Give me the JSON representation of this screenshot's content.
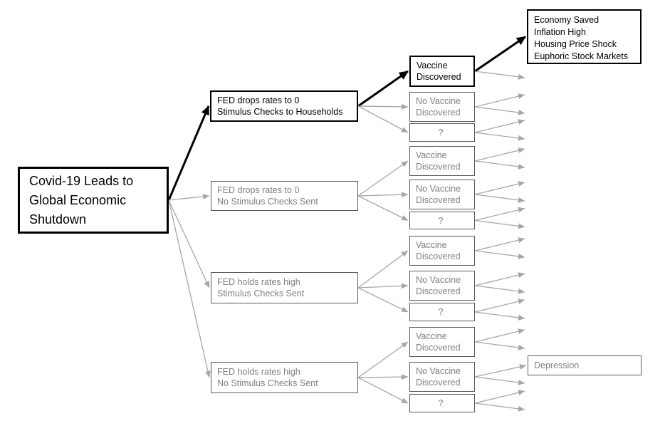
{
  "colors": {
    "emphasis": "#000000",
    "muted_text": "#808080",
    "muted_border": "#595959",
    "arrow": "#a6a6a6",
    "background": "#ffffff"
  },
  "nodes": {
    "root": {
      "label": "Covid-19 Leads to\nGlobal Economic\nShutdown"
    },
    "fed_drop_stim": {
      "label": "FED drops rates to 0\nStimulus Checks to Households"
    },
    "fed_drop_nostim": {
      "label": "FED drops rates to 0\nNo Stimulus Checks Sent"
    },
    "fed_hold_stim": {
      "label": "FED holds rates high\nStimulus Checks Sent"
    },
    "fed_hold_nostim": {
      "label": "FED holds rates high\nNo Stimulus Checks Sent"
    },
    "g1_vaccine": {
      "label": "Vaccine\nDiscovered"
    },
    "g1_novaccine": {
      "label": "No Vaccine\nDiscovered"
    },
    "g1_unknown": {
      "label": "?"
    },
    "g2_vaccine": {
      "label": "Vaccine\nDiscovered"
    },
    "g2_novaccine": {
      "label": "No Vaccine\nDiscovered"
    },
    "g2_unknown": {
      "label": "?"
    },
    "g3_vaccine": {
      "label": "Vaccine\nDiscovered"
    },
    "g3_novaccine": {
      "label": "No Vaccine\nDiscovered"
    },
    "g3_unknown": {
      "label": "?"
    },
    "g4_vaccine": {
      "label": "Vaccine\nDiscovered"
    },
    "g4_novaccine": {
      "label": "No Vaccine\nDiscovered"
    },
    "g4_unknown": {
      "label": "?"
    },
    "outcome_saved": {
      "label": "Economy Saved\nInflation High\nHousing Price Shock\nEuphoric Stock Markets"
    },
    "outcome_depression": {
      "label": "Depression"
    }
  },
  "edges": [
    {
      "from": "root",
      "to": "fed_drop_stim",
      "style": "bold"
    },
    {
      "from": "root",
      "to": "fed_drop_nostim"
    },
    {
      "from": "root",
      "to": "fed_hold_stim"
    },
    {
      "from": "root",
      "to": "fed_hold_nostim"
    },
    {
      "from": "fed_drop_stim",
      "to": "g1_vaccine",
      "style": "bold"
    },
    {
      "from": "fed_drop_stim",
      "to": "g1_novaccine"
    },
    {
      "from": "fed_drop_stim",
      "to": "g1_unknown"
    },
    {
      "from": "fed_drop_nostim",
      "to": "g2_vaccine"
    },
    {
      "from": "fed_drop_nostim",
      "to": "g2_novaccine"
    },
    {
      "from": "fed_drop_nostim",
      "to": "g2_unknown"
    },
    {
      "from": "fed_hold_stim",
      "to": "g3_vaccine"
    },
    {
      "from": "fed_hold_stim",
      "to": "g3_novaccine"
    },
    {
      "from": "fed_hold_stim",
      "to": "g3_unknown"
    },
    {
      "from": "fed_hold_nostim",
      "to": "g4_vaccine"
    },
    {
      "from": "fed_hold_nostim",
      "to": "g4_novaccine"
    },
    {
      "from": "fed_hold_nostim",
      "to": "g4_unknown"
    },
    {
      "from": "g1_vaccine",
      "to": "outcome_saved",
      "style": "bold"
    },
    {
      "from": "g1_vaccine",
      "dir": "down"
    },
    {
      "from": "g1_novaccine",
      "dir": "up"
    },
    {
      "from": "g1_novaccine",
      "dir": "down"
    },
    {
      "from": "g1_unknown",
      "dir": "up"
    },
    {
      "from": "g1_unknown",
      "dir": "down"
    },
    {
      "from": "g2_vaccine",
      "dir": "up"
    },
    {
      "from": "g2_vaccine",
      "dir": "down"
    },
    {
      "from": "g2_novaccine",
      "dir": "up"
    },
    {
      "from": "g2_novaccine",
      "dir": "down"
    },
    {
      "from": "g2_unknown",
      "dir": "up"
    },
    {
      "from": "g2_unknown",
      "dir": "down"
    },
    {
      "from": "g3_vaccine",
      "dir": "up"
    },
    {
      "from": "g3_vaccine",
      "dir": "down"
    },
    {
      "from": "g3_novaccine",
      "dir": "up"
    },
    {
      "from": "g3_novaccine",
      "dir": "down"
    },
    {
      "from": "g3_unknown",
      "dir": "up"
    },
    {
      "from": "g3_unknown",
      "dir": "down"
    },
    {
      "from": "g4_vaccine",
      "dir": "up"
    },
    {
      "from": "g4_vaccine",
      "dir": "down"
    },
    {
      "from": "g4_novaccine",
      "to": "outcome_depression"
    },
    {
      "from": "g4_novaccine",
      "dir": "down"
    },
    {
      "from": "g4_unknown",
      "dir": "up"
    },
    {
      "from": "g4_unknown",
      "dir": "down"
    }
  ]
}
